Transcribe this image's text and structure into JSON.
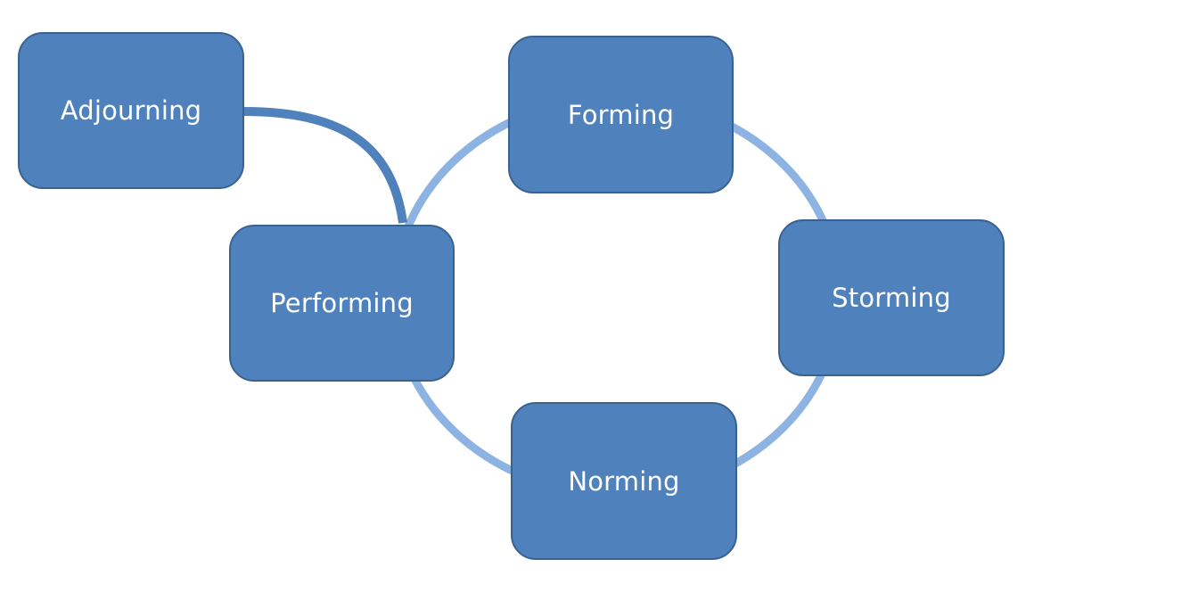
{
  "diagram": {
    "colors": {
      "box_fill": "#4f81bd",
      "box_border": "#3a6290",
      "box_text": "#ffffff",
      "cycle_ring": "#8db3e2",
      "exit_connector": "#4f81bd"
    },
    "stages": {
      "forming": "Forming",
      "storming": "Storming",
      "norming": "Norming",
      "performing": "Performing",
      "adjourning": "Adjourning"
    }
  }
}
